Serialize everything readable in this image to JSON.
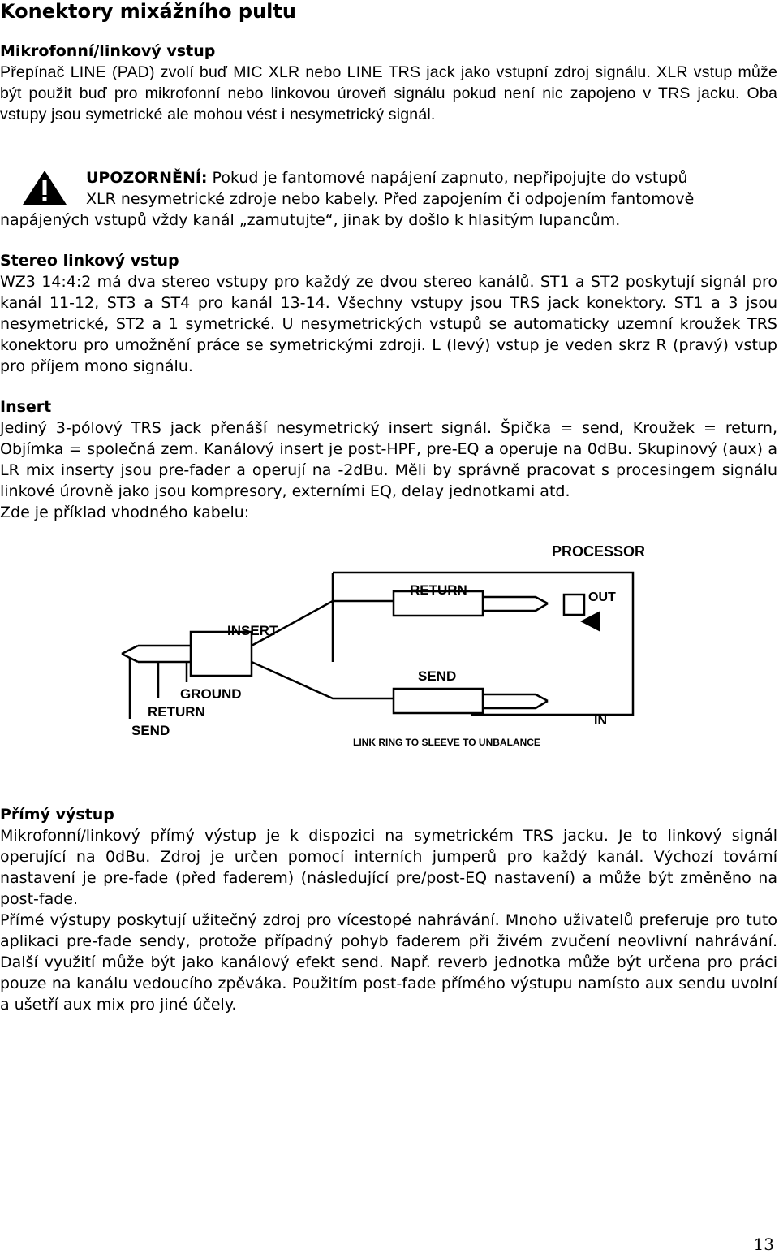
{
  "title": "Konektory mixážního pultu",
  "sections": {
    "mic": {
      "heading": "Mikrofonní/linkový vstup",
      "text": "Přepínač LINE (PAD) zvolí buď MIC XLR nebo LINE TRS jack jako vstupní zdroj signálu. XLR vstup může být použit buď pro mikrofonní nebo linkovou úroveň signálu pokud není nic zapojeno v TRS jacku. Oba vstupy jsou symetrické ale mohou vést i nesymetrický signál."
    },
    "warning": {
      "icon": "warning-triangle-icon",
      "label": "UPOZORNĚNÍ:",
      "line1": " Pokud je fantomové napájení zapnuto, nepřipojujte do vstupů",
      "line2": "XLR nesymetrické zdroje nebo kabely. Před zapojením či odpojením fantomově",
      "line3": "napájených vstupů vždy kanál „zamutujte“, jinak by došlo k hlasitým lupancům."
    },
    "stereo": {
      "heading": "Stereo linkový vstup",
      "text": "WZ3 14:4:2 má dva stereo vstupy pro každý ze dvou stereo kanálů. ST1 a ST2 poskytují signál pro kanál 11-12, ST3 a ST4 pro kanál 13-14. Všechny vstupy jsou TRS jack konektory. ST1 a 3 jsou nesymetrické, ST2 a 1 symetrické. U nesymetrických vstupů se automaticky uzemní kroužek TRS konektoru pro umožnění práce se symetrickými zdroji. L (levý) vstup je veden skrz R (pravý) vstup pro příjem mono signálu."
    },
    "insert": {
      "heading": "Insert",
      "text": "Jediný 3-pólový TRS jack přenáší nesymetrický insert signál. Špička = send, Kroužek = return, Objímka = společná zem. Kanálový insert je post-HPF, pre-EQ a operuje na 0dBu. Skupinový (aux) a LR mix inserty jsou pre-fader a operují na -2dBu. Měli by správně pracovat s procesingem signálu linkové úrovně jako jsou kompresory, externími EQ, delay jednotkami atd.",
      "example": "Zde je příklad vhodného kabelu:"
    },
    "direct": {
      "heading": "Přímý výstup",
      "text1": "Mikrofonní/linkový přímý výstup je k dispozici na symetrickém TRS jacku. Je to linkový signál operující na 0dBu. Zdroj je určen pomocí interních jumperů pro každý kanál. Výchozí tovární nastavení je pre-fade (před faderem) (následující pre/post-EQ nastavení) a může být změněno na post-fade.",
      "text2": "Přímé výstupy poskytují užitečný zdroj pro vícestopé nahrávání. Mnoho uživatelů preferuje pro tuto aplikaci pre-fade sendy, protože případný pohyb faderem při živém zvučení neovlivní nahrávání. Další využití může být jako kanálový efekt send. Např. reverb jednotka může být určena pro práci pouze na kanálu vedoucího zpěváka. Použitím post-fade přímého výstupu namísto aux sendu uvolní a ušetří aux mix pro jiné účely."
    }
  },
  "diagram": {
    "processor": "PROCESSOR",
    "out": "OUT",
    "in": "IN",
    "return_top": "RETURN",
    "insert": "INSERT",
    "send_top": "SEND",
    "ground": "GROUND",
    "return_label": "RETURN",
    "send_label": "SEND",
    "note": "LINK RING TO SLEEVE TO UNBALANCE"
  },
  "page_number": "13"
}
